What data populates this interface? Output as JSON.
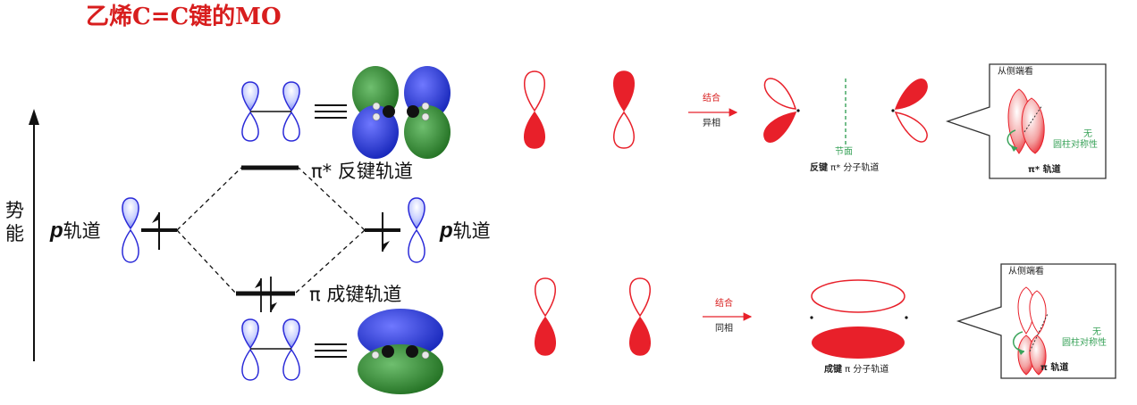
{
  "title": "乙烯C=C键的MO",
  "energy_axis": {
    "label_top": "势",
    "label_bottom": "能"
  },
  "left_atom": {
    "p": "p",
    "label": "轨道"
  },
  "right_atom": {
    "p": "p",
    "label": "轨道"
  },
  "antibonding_label": "π* 反键轨道",
  "bonding_label": "π 成键轨道",
  "upper_row": {
    "arrow_top": "结合",
    "arrow_bottom": "异相",
    "node_label": "节面",
    "caption_bold": "反键",
    "caption_rest": " π* 分子轨道",
    "side_view": {
      "header": "从侧端看",
      "note_line1": "无",
      "note_line2": "圆柱对称性",
      "caption": "π* 轨道"
    }
  },
  "lower_row": {
    "arrow_top": "结合",
    "arrow_bottom": "同相",
    "caption_bold": "成键",
    "caption_rest": " π 分子轨道",
    "side_view": {
      "header": "从侧端看",
      "note_line1": "无",
      "note_line2": "圆柱对称性",
      "caption": "π 轨道"
    }
  },
  "colors": {
    "title": "#d81e1e",
    "orbital_red": "#e8202a",
    "orbital_blue": "#2a2ad8",
    "lobe_blue_fill": "#c9d0ff",
    "mo_blue": "#1f2fd6",
    "mo_green": "#2f8a2f",
    "node_green": "#3aa35a"
  }
}
